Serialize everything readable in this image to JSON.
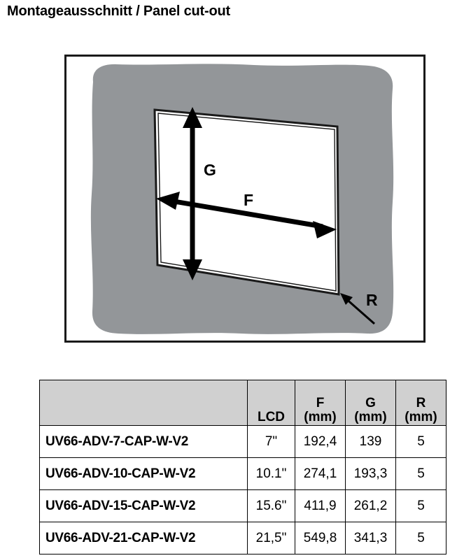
{
  "page": {
    "title": "Montageausschnitt / Panel cut-out"
  },
  "diagram": {
    "name": "panel-cut-out-diagram",
    "labels": {
      "height_dimension": "G",
      "width_dimension": "F",
      "radius_callout": "R"
    },
    "colors": {
      "panel_gray": "#939699",
      "outline_black": "#1a1a1a",
      "cutout_white": "#ffffff"
    }
  },
  "table": {
    "name": "panel-cutout-dimensions-table",
    "columns": [
      {
        "key": "model",
        "label": "",
        "unit": ""
      },
      {
        "key": "lcd",
        "label": "LCD",
        "unit": ""
      },
      {
        "key": "f",
        "label": "F",
        "unit": "(mm)"
      },
      {
        "key": "g",
        "label": "G",
        "unit": "(mm)"
      },
      {
        "key": "r",
        "label": "R",
        "unit": "(mm)"
      }
    ],
    "rows": [
      {
        "model": "UV66-ADV-7-CAP-W-V2",
        "lcd": "7\"",
        "f": "192,4",
        "g": "139",
        "r": "5"
      },
      {
        "model": "UV66-ADV-10-CAP-W-V2",
        "lcd": "10.1\"",
        "f": "274,1",
        "g": "193,3",
        "r": "5"
      },
      {
        "model": "UV66-ADV-15-CAP-W-V2",
        "lcd": "15.6\"",
        "f": "411,9",
        "g": "261,2",
        "r": "5"
      },
      {
        "model": "UV66-ADV-21-CAP-W-V2",
        "lcd": "21,5\"",
        "f": "549,8",
        "g": "341,3",
        "r": "5"
      }
    ]
  }
}
